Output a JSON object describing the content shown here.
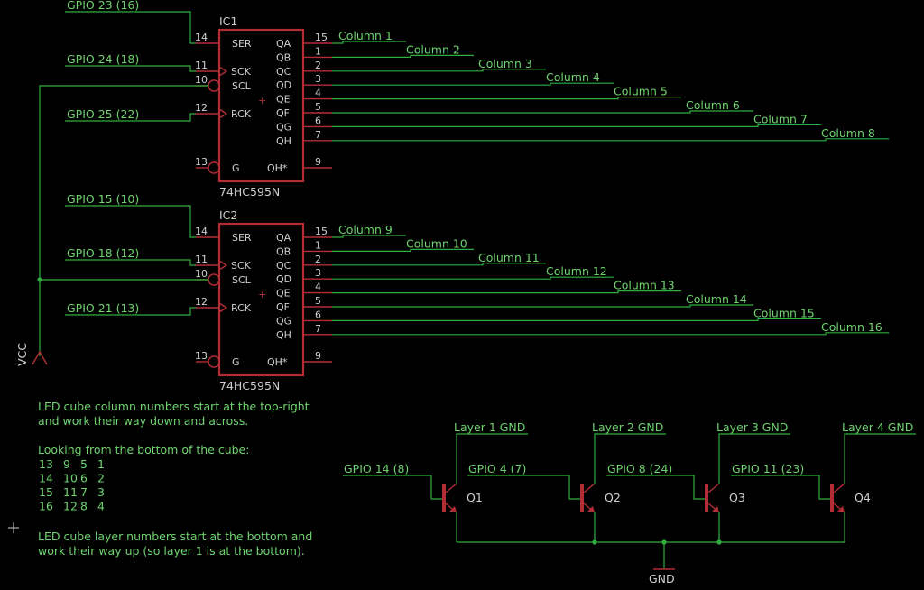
{
  "ic1": {
    "name": "IC1",
    "part": "74HC595N",
    "inputs": [
      {
        "net": "GPIO 23 (16)",
        "pin": "14",
        "label": "SER"
      },
      {
        "net": "GPIO 24 (18)",
        "pin": "11",
        "label": "SCK"
      },
      {
        "net": "",
        "pin": "10",
        "label": "SCL"
      },
      {
        "net": "GPIO 25 (22)",
        "pin": "12",
        "label": "RCK"
      },
      {
        "net": "",
        "pin": "13",
        "label": "G"
      }
    ],
    "outputs": [
      {
        "pin": "15",
        "label": "QA",
        "net": "Column 1"
      },
      {
        "pin": "1",
        "label": "QB",
        "net": "Column 2"
      },
      {
        "pin": "2",
        "label": "QC",
        "net": "Column 3"
      },
      {
        "pin": "3",
        "label": "QD",
        "net": "Column 4"
      },
      {
        "pin": "4",
        "label": "QE",
        "net": "Column 5"
      },
      {
        "pin": "5",
        "label": "QF",
        "net": "Column 6"
      },
      {
        "pin": "6",
        "label": "QG",
        "net": "Column 7"
      },
      {
        "pin": "7",
        "label": "QH",
        "net": "Column 8"
      }
    ],
    "qh_star": {
      "pin": "9",
      "label": "QH*"
    }
  },
  "ic2": {
    "name": "IC2",
    "part": "74HC595N",
    "inputs": [
      {
        "net": "GPIO 15 (10)",
        "pin": "14",
        "label": "SER"
      },
      {
        "net": "GPIO 18 (12)",
        "pin": "11",
        "label": "SCK"
      },
      {
        "net": "",
        "pin": "10",
        "label": "SCL"
      },
      {
        "net": "GPIO 21 (13)",
        "pin": "12",
        "label": "RCK"
      },
      {
        "net": "",
        "pin": "13",
        "label": "G"
      }
    ],
    "outputs": [
      {
        "pin": "15",
        "label": "QA",
        "net": "Column 9"
      },
      {
        "pin": "1",
        "label": "QB",
        "net": "Column 10"
      },
      {
        "pin": "2",
        "label": "QC",
        "net": "Column 11"
      },
      {
        "pin": "3",
        "label": "QD",
        "net": "Column 12"
      },
      {
        "pin": "4",
        "label": "QE",
        "net": "Column 13"
      },
      {
        "pin": "5",
        "label": "QF",
        "net": "Column 14"
      },
      {
        "pin": "6",
        "label": "QG",
        "net": "Column 15"
      },
      {
        "pin": "7",
        "label": "QH",
        "net": "Column 16"
      }
    ],
    "qh_star": {
      "pin": "9",
      "label": "QH*"
    }
  },
  "vcc_label": "VCC",
  "gnd_label": "GND",
  "transistors": [
    {
      "name": "Q1",
      "gpio": "GPIO 14 (8)",
      "layer": "Layer 1 GND"
    },
    {
      "name": "Q2",
      "gpio": "GPIO 4 (7)",
      "layer": "Layer 2 GND"
    },
    {
      "name": "Q3",
      "gpio": "GPIO 8 (24)",
      "layer": "Layer 3 GND"
    },
    {
      "name": "Q4",
      "gpio": "GPIO 11 (23)",
      "layer": "Layer 4 GND"
    }
  ],
  "notes": {
    "column_line1": "LED cube column numbers start at the top-right",
    "column_line2": "and work their way down and across.",
    "bottom_heading": "Looking from the bottom of the cube:",
    "grid": [
      [
        "13",
        "9",
        "5",
        "1"
      ],
      [
        "14",
        "10",
        "6",
        "2"
      ],
      [
        "15",
        "11",
        "7",
        "3"
      ],
      [
        "16",
        "12",
        "8",
        "4"
      ]
    ],
    "layer_line1": "LED cube layer numbers start at the bottom and",
    "layer_line2": "work their way up (so layer 1 is at the bottom)."
  },
  "colors": {
    "background": "#000000",
    "wire": "#2fae3f",
    "net_label": "#6fd36f",
    "component": "#b32d35",
    "component_text": "#cfcfcf"
  }
}
